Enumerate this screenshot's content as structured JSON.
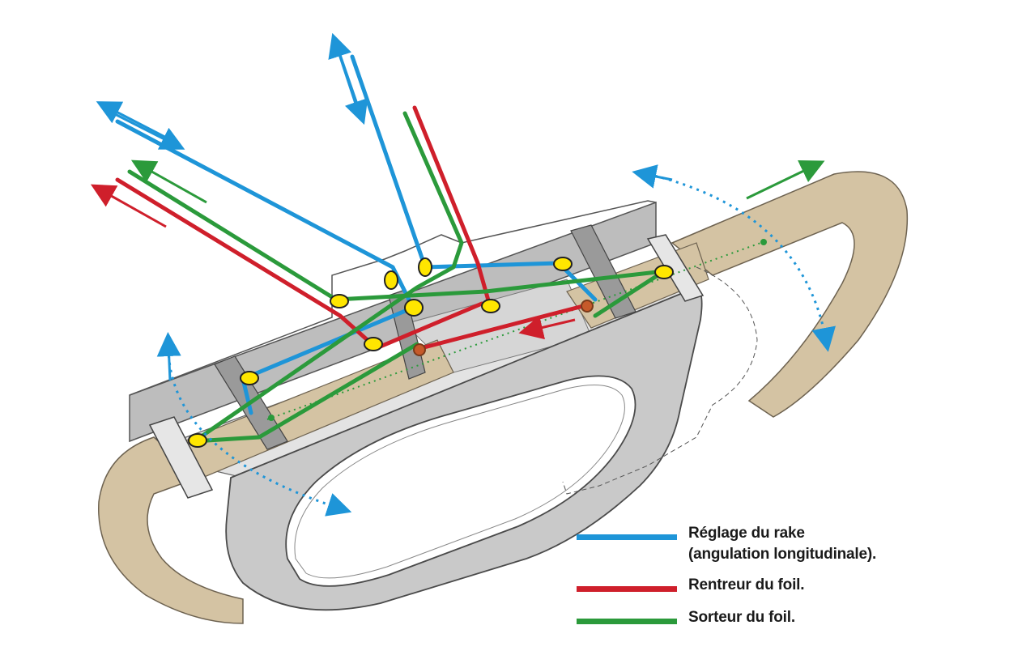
{
  "colors": {
    "rake": "#1e95d8",
    "rentreur": "#cf1f2b",
    "sorteur": "#2b9a3b",
    "strap": "#d4c3a3",
    "hull": "#c9c9c9",
    "hull_dark": "#8d8d8d",
    "pulley": "#ffe600"
  },
  "legend": [
    {
      "id": "rake",
      "lines": [
        "Réglage du rake",
        "(angulation longitudinale)."
      ]
    },
    {
      "id": "rentreur",
      "lines": [
        "Rentreur du foil."
      ]
    },
    {
      "id": "sorteur",
      "lines": [
        "Sorteur du foil."
      ]
    }
  ]
}
